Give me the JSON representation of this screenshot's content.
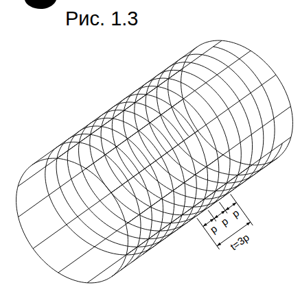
{
  "diagram": {
    "caption": "Рис. 1.3",
    "labels": [
      "p",
      "p",
      "p",
      "t=3p"
    ]
  }
}
